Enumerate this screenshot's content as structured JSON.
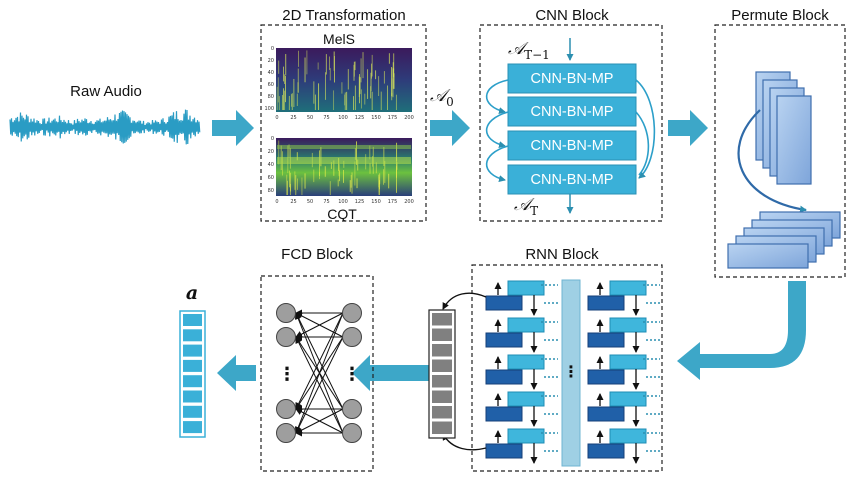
{
  "stages": {
    "raw_audio": "Raw Audio",
    "transform": "2D Transformation",
    "cnn": "CNN Block",
    "permute": "Permute  Block",
    "rnn": "RNN Block",
    "fcd": "FCD Block"
  },
  "spectrograms": {
    "top": "MelS",
    "bottom": "CQT",
    "x_ticks": [
      "0",
      "25",
      "50",
      "75",
      "100",
      "125",
      "150",
      "175",
      "200"
    ],
    "y_ticks_top": [
      "0",
      "20",
      "40",
      "60",
      "80",
      "100"
    ],
    "y_ticks_bottom": [
      "0",
      "20",
      "40",
      "60",
      "80"
    ]
  },
  "cnn_block": {
    "layers": [
      "CNN-BN-MP",
      "CNN-BN-MP",
      "CNN-BN-MP",
      "CNN-BN-MP"
    ],
    "input_symbol": "𝒜",
    "input_sub": "T−1",
    "output_symbol": "𝒜",
    "output_sub": "T"
  },
  "a0": {
    "symbol": "𝒜",
    "sub": "0"
  },
  "rnn_block": {
    "ellipsis": "⋮"
  },
  "fcd_block": {
    "ellipsis_left": "⋮",
    "ellipsis_right": "⋮"
  },
  "output": {
    "label": "a"
  },
  "colors": {
    "arrow": "#3da7c8",
    "arrow_dark": "#2c8fb0",
    "cnn_box": "#3ab0d8",
    "permute_fill": "#8fb4e3",
    "permute_stroke": "#3f6fae",
    "rnn_light": "#3fb6dc",
    "rnn_dark": "#2060a8",
    "rnn_middle": "#9fd0e4",
    "node": "#9e9e9e",
    "vector_cell": "#808080",
    "output_cell": "#3ab0d8"
  }
}
